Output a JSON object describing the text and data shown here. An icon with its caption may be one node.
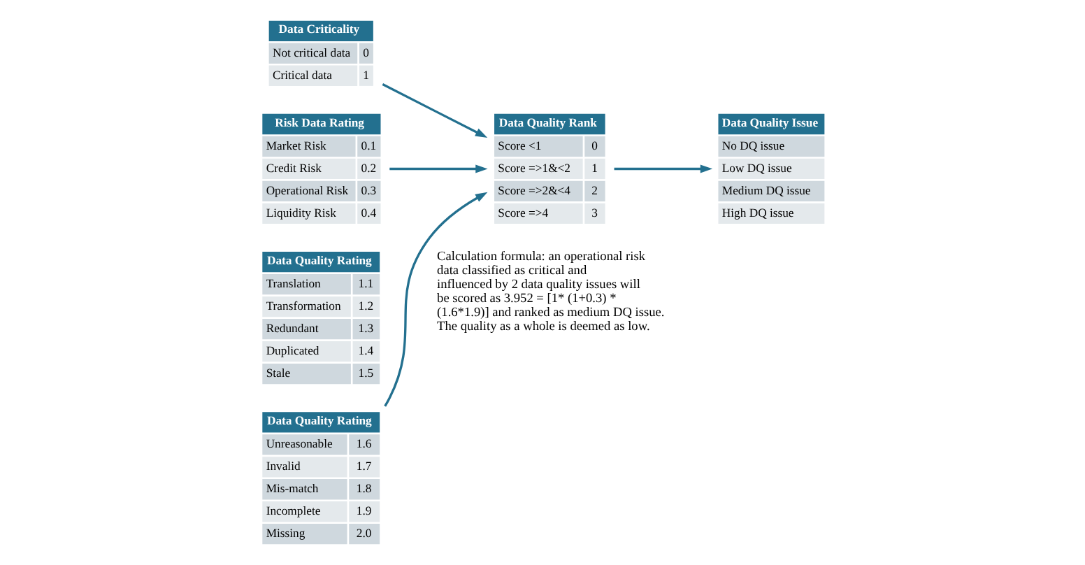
{
  "diagram": {
    "nodes": [
      {
        "text": [
          "Data Criticality",
          "Not critical data",
          "0",
          "Critical data",
          "1"
        ]
      },
      {
        "text": [
          "Risk Data Rating",
          "Market Risk",
          "0.1",
          "Credit Risk",
          "0.2",
          "Operational Risk",
          "0.3",
          "Liquidity Risk",
          "0.4"
        ]
      },
      {
        "text": [
          "Data Quality Rating",
          "Translation",
          "1.1",
          "Transformation",
          "1.2",
          "Redundant",
          "1.3",
          "Duplicated",
          "1.4",
          "Stale",
          "1.5"
        ]
      },
      {
        "text": [
          "Data Quality Rating",
          "Unreasonable",
          "1.6",
          "Invalid",
          "1.7",
          "Mis-match",
          "1.8",
          "Incomplete",
          "1.9",
          "Missing",
          "2.0"
        ]
      },
      {
        "text": [
          "Data Quality Rank",
          "Score <1",
          "0",
          "Score =>1&<2",
          "1",
          "Score =>2&<4",
          "2",
          "Score =>4",
          "3"
        ]
      },
      {
        "text": [
          "Data Quality Issue",
          "No DQ issue",
          "Low DQ issue",
          "Medium DQ issue",
          "High DQ issue"
        ]
      }
    ],
    "edges": [
      {
        "from": 0,
        "to": 4,
        "arrow": "to"
      },
      {
        "from": 1,
        "to": 4,
        "arrow": "to"
      },
      {
        "from": 3,
        "to": 4,
        "arrow": "to"
      },
      {
        "from": 4,
        "to": 5,
        "arrow": "to"
      }
    ],
    "labels": [
      "Calculation formula: an operational risk data classified as critical and influenced by 2 data quality issues will be scored as 3.952 = [1* (1+0.3) * (1.6*1.9)] and ranked as medium DQ issue. The quality as a whole is deemed as low."
    ]
  }
}
